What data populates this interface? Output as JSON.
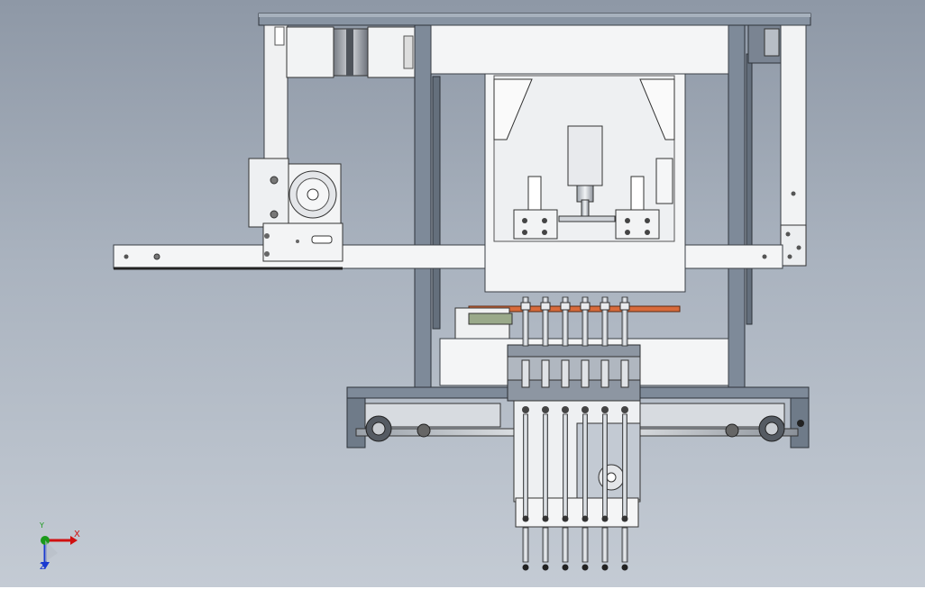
{
  "colors": {
    "frame": "#7d8b9b",
    "frame_dark": "#3d4450",
    "plate": "#f4f5f6",
    "plate_edge": "#4b4f55",
    "steel": "#c9cdd2",
    "copper": "#d86b3c",
    "green_part": "#9aa98a",
    "dark": "#2b2e33"
  },
  "triad": {
    "x_label": "X",
    "y_label": "Y",
    "z_label": "Z"
  }
}
